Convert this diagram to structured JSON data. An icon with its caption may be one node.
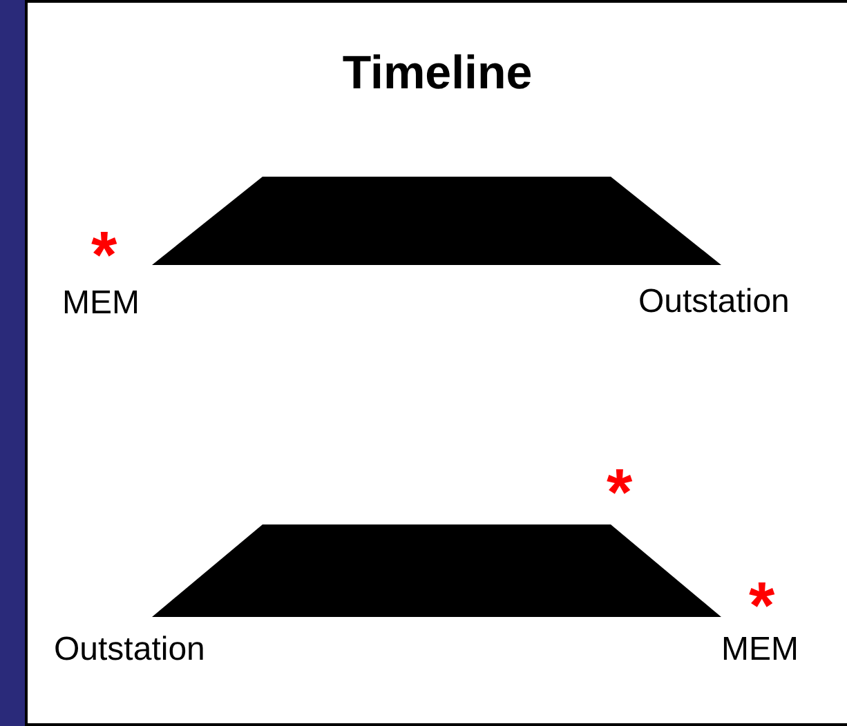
{
  "diagram": {
    "title": "Timeline",
    "nodes": [
      {
        "text": [],
        "shape": "trapezoid"
      },
      {
        "text": [],
        "shape": "trapezoid"
      }
    ],
    "labels": [
      "*",
      "MEM",
      "Outstation",
      "*",
      "*",
      "Outstation",
      "MEM"
    ]
  }
}
